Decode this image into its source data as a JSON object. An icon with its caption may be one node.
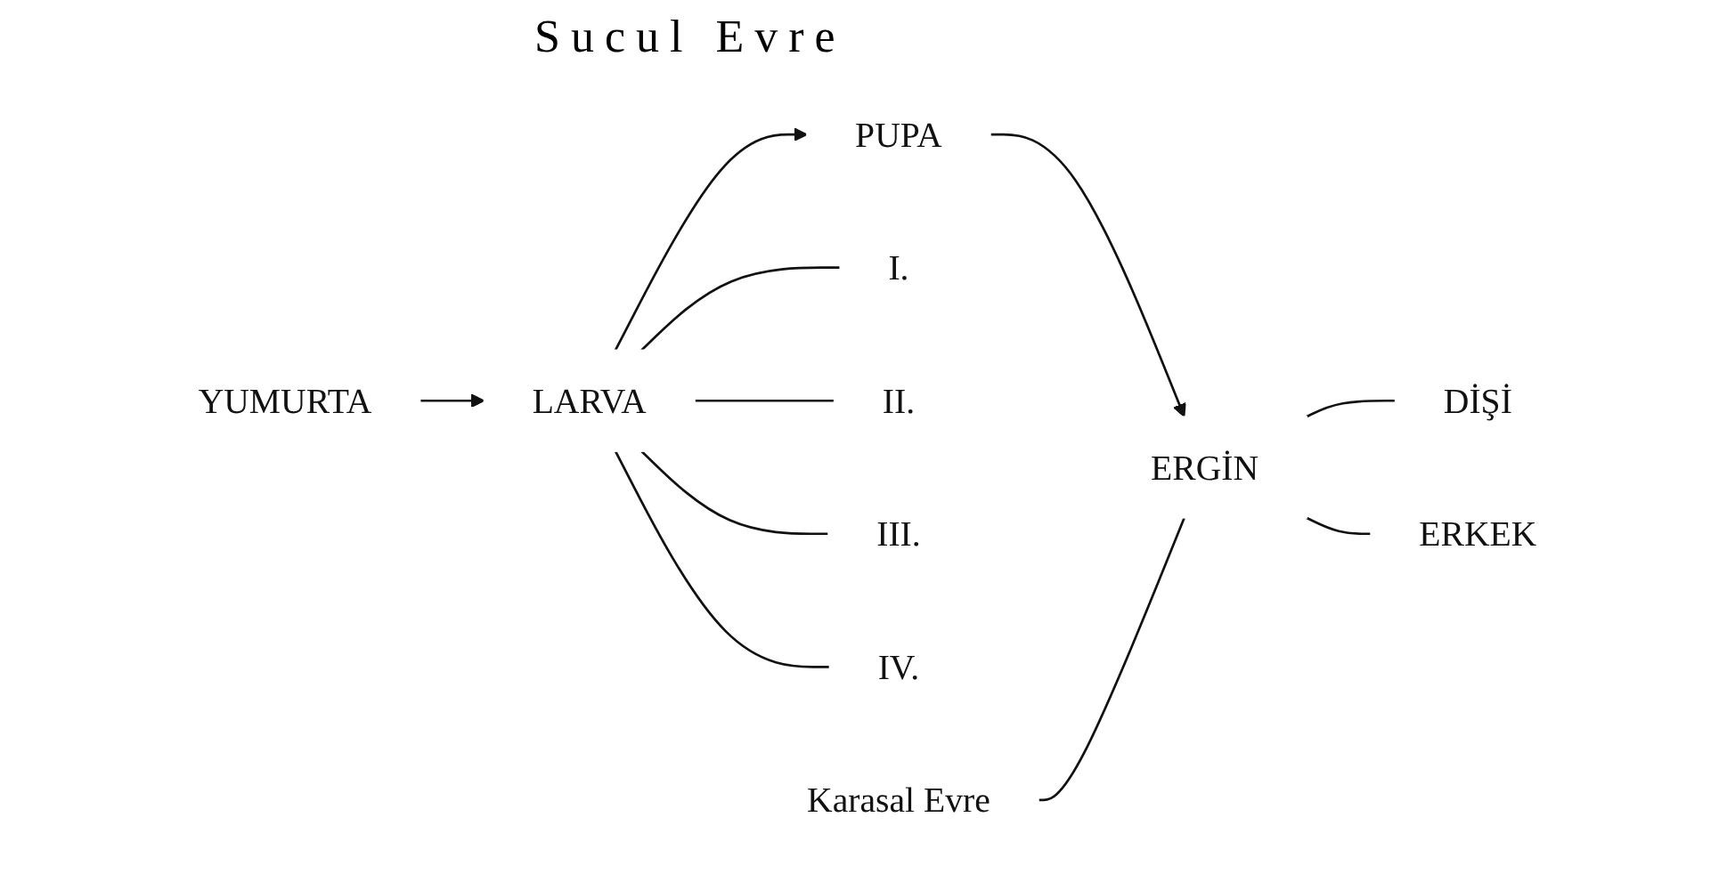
{
  "diagram": {
    "nodes": [
      {
        "text": [
          "YUMURTA"
        ]
      },
      {
        "text": [
          "LARVA"
        ]
      },
      {
        "text": [
          "PUPA"
        ]
      },
      {
        "text": [
          "ERGİN"
        ]
      },
      {
        "text": [
          "I."
        ]
      },
      {
        "text": [
          "II."
        ]
      },
      {
        "text": [
          "III."
        ]
      },
      {
        "text": [
          "IV."
        ]
      },
      {
        "text": [
          "DİŞİ"
        ]
      },
      {
        "text": [
          "ERKEK"
        ]
      },
      {
        "text": [
          "Karasal Evre"
        ]
      }
    ],
    "edges": [
      {
        "from": 0,
        "to": 1,
        "arrow": "to"
      },
      {
        "from": 1,
        "to": 2,
        "arrow": "to"
      },
      {
        "from": 2,
        "to": 3,
        "arrow": "to"
      },
      {
        "from": 1,
        "to": 4,
        "arrow": "none"
      },
      {
        "from": 1,
        "to": 5,
        "arrow": "none"
      },
      {
        "from": 1,
        "to": 6,
        "arrow": "none"
      },
      {
        "from": 1,
        "to": 7,
        "arrow": "none"
      },
      {
        "from": 3,
        "to": 8,
        "arrow": "none"
      },
      {
        "from": 3,
        "to": 9,
        "arrow": "none"
      },
      {
        "from": 10,
        "to": 3,
        "arrow": "none"
      }
    ],
    "labels": [
      "Sucul Evre"
    ]
  }
}
